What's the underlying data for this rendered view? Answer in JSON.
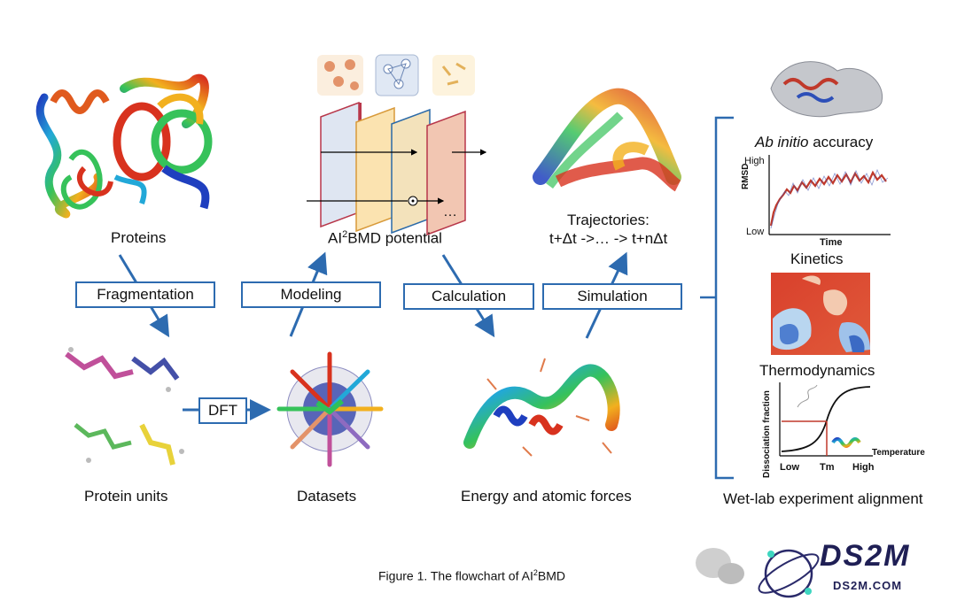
{
  "nodes": {
    "proteins": "Proteins",
    "ai2bmd_pre": "AI",
    "ai2bmd_sup": "2",
    "ai2bmd_post": "BMD potential",
    "traj_line1": "Trajectories:",
    "traj_line2": "t+Δt ->… -> t+nΔt",
    "protein_units": "Protein units",
    "datasets": "Datasets",
    "energy": "Energy and atomic forces",
    "wetlab": "Wet-lab experiment alignment"
  },
  "steps": {
    "fragmentation": "Fragmentation",
    "modeling": "Modeling",
    "calculation": "Calculation",
    "simulation": "Simulation",
    "dft": "DFT"
  },
  "right_panel": {
    "ab_initio_italic": "Ab initio",
    "ab_initio_rest": " accuracy",
    "kinetics": "Kinetics",
    "thermodynamics": "Thermodynamics",
    "rmsd_chart": {
      "ylabel": "RMSD",
      "xlabel": "Time",
      "y_high": "High",
      "y_low": "Low"
    },
    "melt_chart": {
      "ylabel": "Dissociation fraction",
      "xlabel": "Temperature",
      "x_low": "Low",
      "x_mid": "Tm",
      "x_high": "High"
    }
  },
  "layer_ellipsis": "…",
  "caption": {
    "pre": "Figure 1. The flowchart of AI",
    "sup": "2",
    "post": "BMD"
  },
  "watermark": {
    "title": "DS2M",
    "url": "DS2M.COM"
  },
  "colors": {
    "arrow": "#2d6bb0",
    "box_border": "#2d6bb0",
    "accent_red": "#c0392b"
  }
}
